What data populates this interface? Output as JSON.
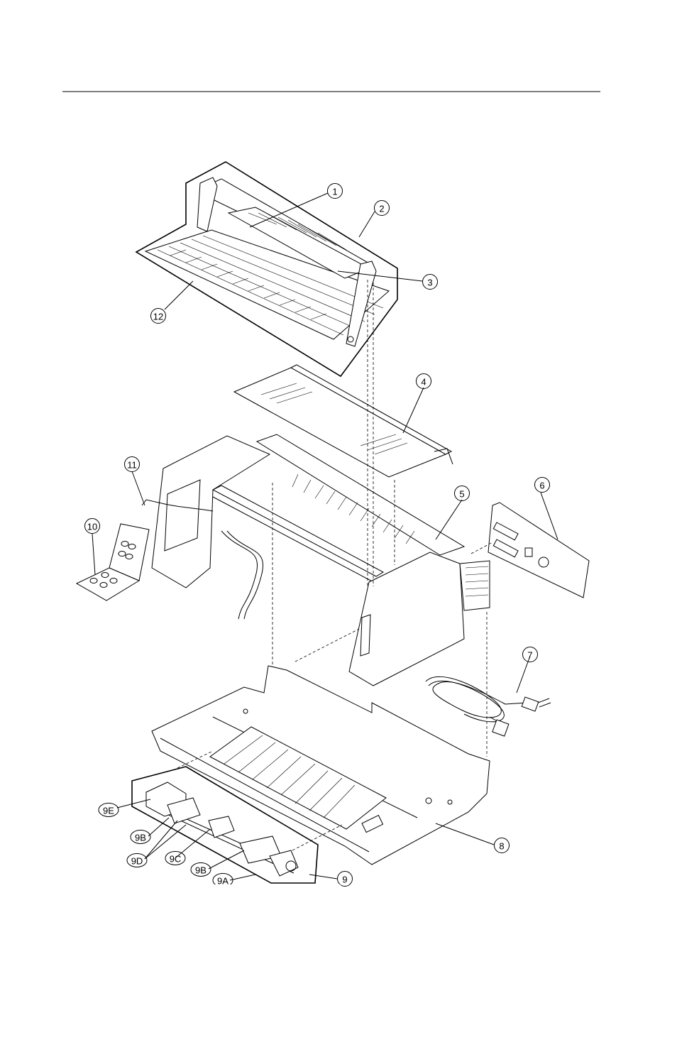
{
  "callouts": [
    {
      "id": "1",
      "label": "1"
    },
    {
      "id": "2",
      "label": "2"
    },
    {
      "id": "3",
      "label": "3"
    },
    {
      "id": "4",
      "label": "4"
    },
    {
      "id": "5",
      "label": "5"
    },
    {
      "id": "6",
      "label": "6"
    },
    {
      "id": "7",
      "label": "7"
    },
    {
      "id": "8",
      "label": "8"
    },
    {
      "id": "9",
      "label": "9"
    },
    {
      "id": "9A",
      "label": "9A"
    },
    {
      "id": "9B1",
      "label": "9B"
    },
    {
      "id": "9B2",
      "label": "9B"
    },
    {
      "id": "9C",
      "label": "9C"
    },
    {
      "id": "9D",
      "label": "9D"
    },
    {
      "id": "9E",
      "label": "9E"
    },
    {
      "id": "10",
      "label": "10"
    },
    {
      "id": "11",
      "label": "11"
    },
    {
      "id": "12",
      "label": "12"
    }
  ]
}
